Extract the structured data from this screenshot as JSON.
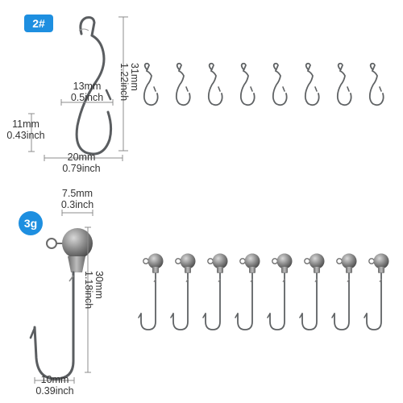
{
  "badges": {
    "hook_size": "2#",
    "jig_weight": "3g"
  },
  "colors": {
    "badge_blue": "#1e8fe0",
    "metal": "#6a6d70",
    "dimension_line": "#8c8c8c"
  },
  "worm_hook": {
    "gap_width": {
      "mm": "13mm",
      "inch": "0.5inch"
    },
    "total_length": {
      "mm": "31mm",
      "inch": "1.22inch"
    },
    "bend_height": {
      "mm": "11mm",
      "inch": "0.43inch"
    },
    "total_width": {
      "mm": "20mm",
      "inch": "0.79inch"
    },
    "pack_count": 8
  },
  "jig_head": {
    "head_diameter": {
      "mm": "7.5mm",
      "inch": "0.3inch"
    },
    "shank_length": {
      "mm": "30mm",
      "inch": "1.18inch"
    },
    "gap_width": {
      "mm": "10mm",
      "inch": "0.39inch"
    },
    "pack_count": 8
  }
}
